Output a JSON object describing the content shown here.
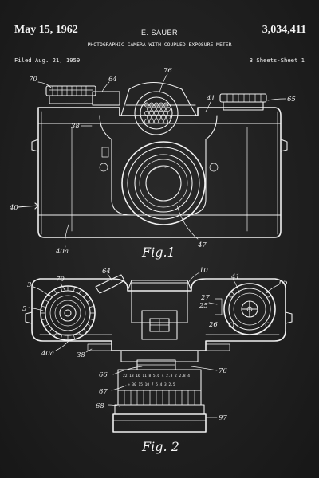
{
  "header": {
    "date": "May 15, 1962",
    "inventor": "E. SAUER",
    "patent_number": "3,034,411",
    "title": "PHOTOGRAPHIC CAMERA WITH COUPLED EXPOSURE METER",
    "filed": "Filed Aug. 21, 1959",
    "sheets": "3 Sheets-Sheet 1"
  },
  "figures": {
    "fig1": {
      "caption": "Fig.1",
      "labels": {
        "l70": "70",
        "l64": "64",
        "l76": "76",
        "l41": "41",
        "l65": "65",
        "l38": "38",
        "l40": "40",
        "l40a": "40a",
        "l47": "47"
      }
    },
    "fig2": {
      "caption": "Fig. 2",
      "labels": {
        "l3": "3",
        "l70": "70",
        "l64": "64",
        "l10": "10",
        "l41": "41",
        "l65": "65",
        "l5": "5",
        "l27": "27",
        "l25": "25",
        "l26": "26",
        "l40a": "40a",
        "l38": "38",
        "l66": "66",
        "l76": "76",
        "l67": "67",
        "l68": "68",
        "l97": "97"
      },
      "scale_top": "22  18  16  11  8  5.6 4 2.8 2 2.8 4",
      "scale_bottom": "∞ 30 15 10 7 5 4 3 2.5"
    }
  },
  "colors": {
    "background": "#1f1f1f",
    "ink": "#f0f0f0"
  }
}
